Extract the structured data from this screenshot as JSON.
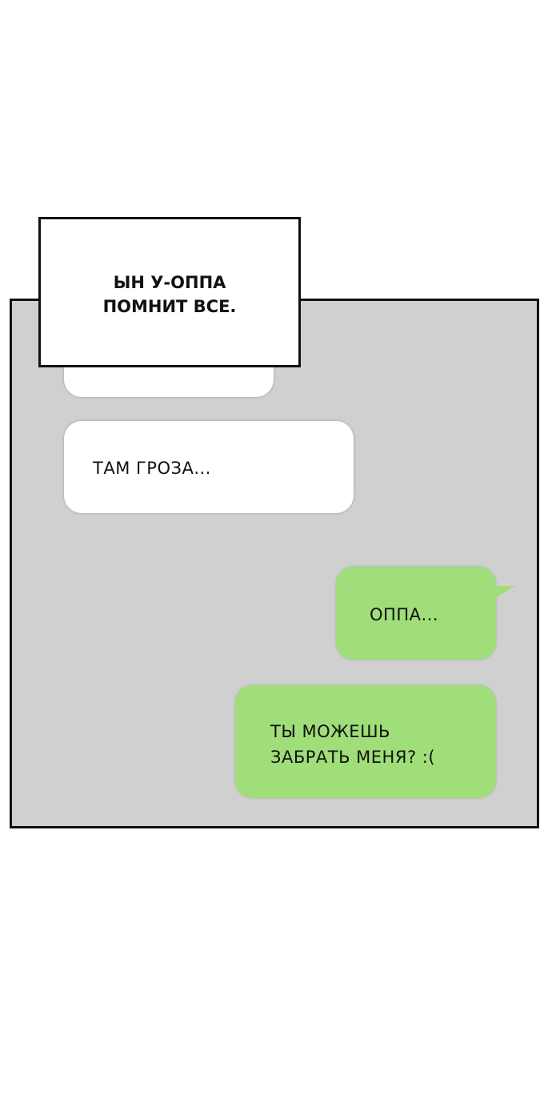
{
  "caption": {
    "lines": [
      "ЫН У-ОППА",
      "ПОМНИТ ВСЕ."
    ]
  },
  "messages": [
    {
      "side": "incoming",
      "text": ""
    },
    {
      "side": "incoming",
      "text": "ТАМ ГРОЗА..."
    },
    {
      "side": "outgoing",
      "text": "ОППА..."
    },
    {
      "side": "outgoing",
      "lines": [
        "ТЫ МОЖЕШЬ",
        "ЗАБРАТЬ МЕНЯ? :("
      ]
    }
  ],
  "colors": {
    "panel_background": "#d0d0d0",
    "incoming_bubble": "#ffffff",
    "outgoing_bubble": "#9fde78",
    "border": "#111111"
  }
}
